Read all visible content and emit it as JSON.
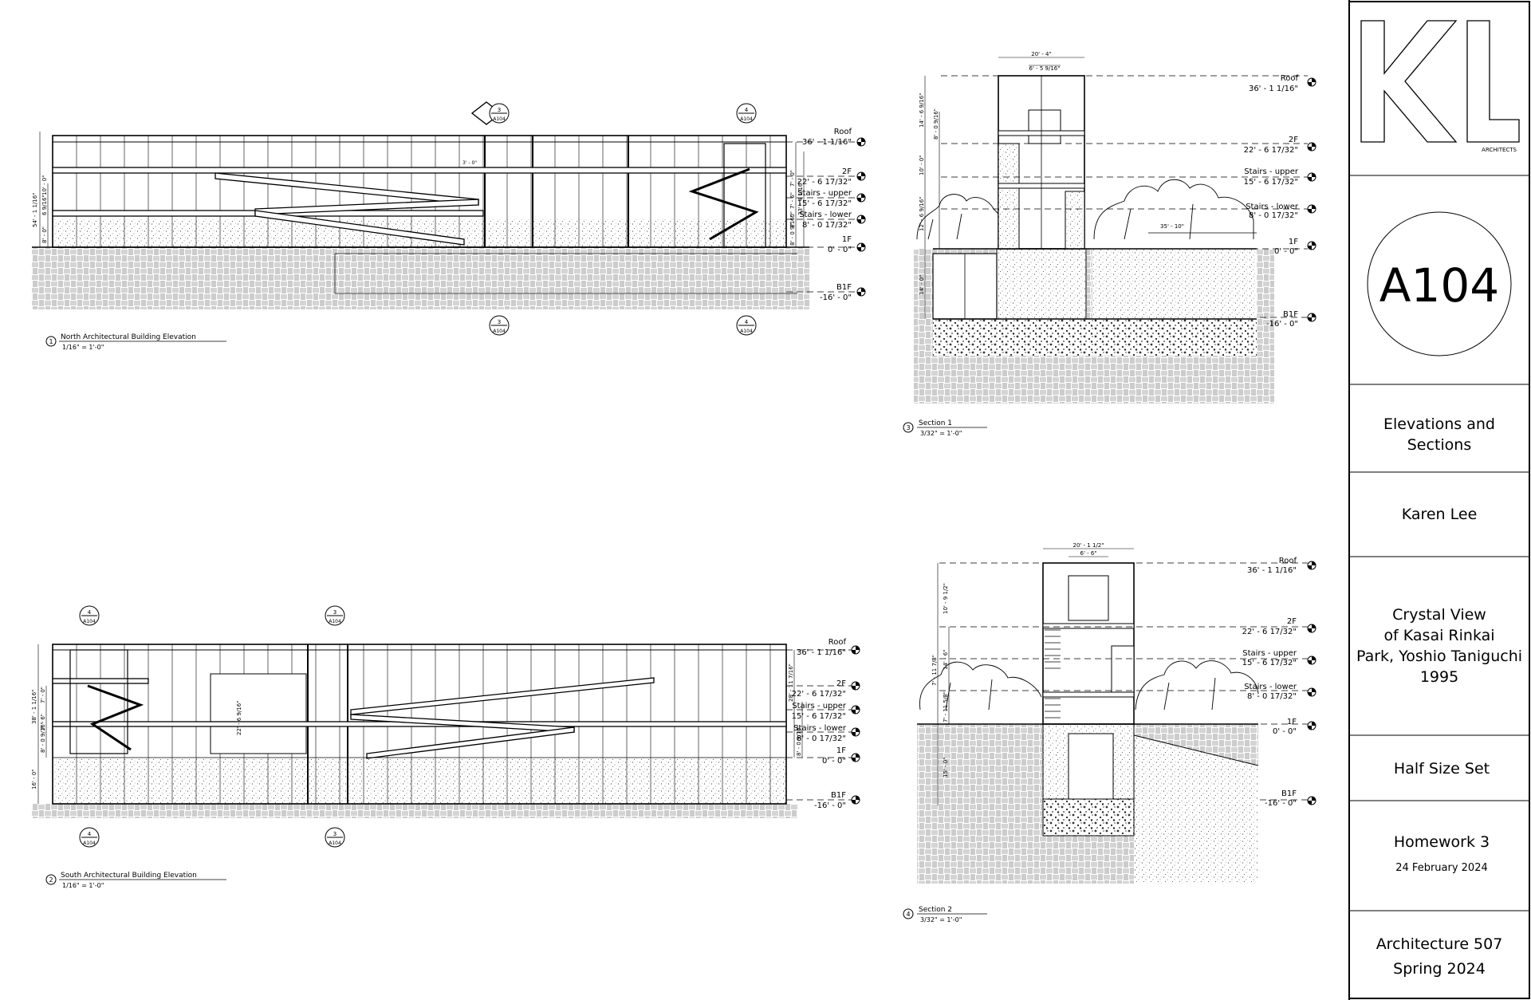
{
  "title_block": {
    "firm_letters": "KL",
    "firm_sub": "ARCHITECTS",
    "sheet_number": "A104",
    "sheet_title_l1": "Elevations and",
    "sheet_title_l2": "Sections",
    "author": "Karen Lee",
    "project_l1": "Crystal View",
    "project_l2": "of Kasai Rinkai",
    "project_l3": "Park, Yoshio Taniguchi",
    "project_l4": "1995",
    "set_name": "Half Size Set",
    "assignment": "Homework 3",
    "date": "24  February 2024",
    "course": "Architecture 507",
    "term": "Spring 2024"
  },
  "views": {
    "north": {
      "number": "1",
      "title": "North Architectural Building Elevation",
      "scale": "1/16\" = 1'-0\""
    },
    "south": {
      "number": "2",
      "title": "South Architectural Building Elevation",
      "scale": "1/16\" = 1'-0\""
    },
    "sec1": {
      "number": "3",
      "title": "Section 1",
      "scale": "3/32\" = 1'-0\""
    },
    "sec2": {
      "number": "4",
      "title": "Section 2",
      "scale": "3/32\" = 1'-0\""
    }
  },
  "levels": {
    "roof": {
      "name": "Roof",
      "elev": "36' - 1 1/16\""
    },
    "f2": {
      "name": "2F",
      "elev": "22' - 6 17/32\""
    },
    "su": {
      "name": "Stairs - upper",
      "elev": "15' - 6 17/32\""
    },
    "sl": {
      "name": "Stairs - lower",
      "elev": "8' - 0 17/32\""
    },
    "f1": {
      "name": "1F",
      "elev": "0' - 0\""
    },
    "b1": {
      "name": "B1F",
      "elev": "-16' - 0\""
    }
  },
  "markers": {
    "m3": "3",
    "m4": "4",
    "ref": "A104"
  },
  "dims": {
    "north_overall": "54' - 1 1/16\"",
    "north_a": "8' - 0\"",
    "north_b": "6 9/16\"",
    "north_c": "10' - 0\"",
    "north_r1": "33' - 4 1/16\"",
    "north_r2": "7' - 0\"",
    "north_r3": "7' - 6\"",
    "north_r4": "7' - 0\"",
    "north_r5": "8' - 0 9/16\"",
    "north_top": "3' - 0\"",
    "south_overall": "38' - 1 1/16\"",
    "south_a": "7' - 0\"",
    "south_b": "7' - 6\"",
    "south_c": "8' - 0 9/16\"",
    "south_mid": "22' - 6 9/16\"",
    "south_r1": "28' - 11 7/16\"",
    "south_r2": "8' - 0 9/16\"",
    "south_low": "16' - 0\"",
    "s1_top1": "20' - 4\"",
    "s1_top2": "6' - 5 9/16\"",
    "s1_v1": "14' - 6 9/16\"",
    "s1_v2": "8' - 0 9/16\"",
    "s1_v3": "10' - 0\"",
    "s1_v4": "12' - 6 9/16\"",
    "s1_v5": "14' - 0\"",
    "s1_span": "35' - 10\"",
    "s2_top1": "20' - 1 1/2\"",
    "s2_top2": "6' - 6\"",
    "s2_v1": "10' - 9 1/2\"",
    "s2_v2": "14' - 6\"",
    "s2_v3": "7' - 11 5/8\"",
    "s2_v4": "7' - 11 7/8\"",
    "s2_v5": "15' - 0\""
  }
}
